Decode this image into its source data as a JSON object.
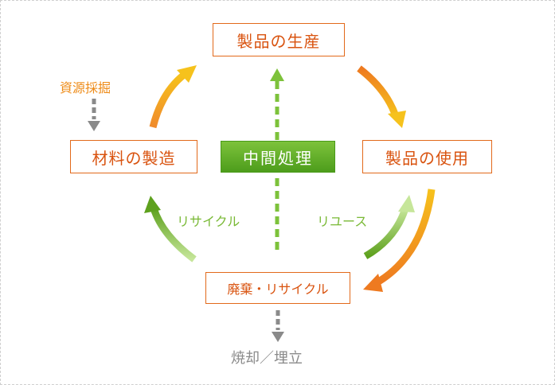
{
  "nodes": {
    "production": "製品の生産",
    "materials": "材料の製造",
    "use": "製品の使用",
    "disposal": "廃棄・リサイクル",
    "intermediate": "中間処理"
  },
  "labels": {
    "resource": "資源採掘",
    "recycle": "リサイクル",
    "reuse": "リユース",
    "final": "焼却／埋立"
  },
  "colors": {
    "node_border": "#e2691a",
    "node_text": "#d9530f",
    "orange": "#ee8a16",
    "yellow": "#f6c21c",
    "green": "#79b935",
    "light_green": "#b8df7a",
    "gray": "#8a8a8a"
  }
}
